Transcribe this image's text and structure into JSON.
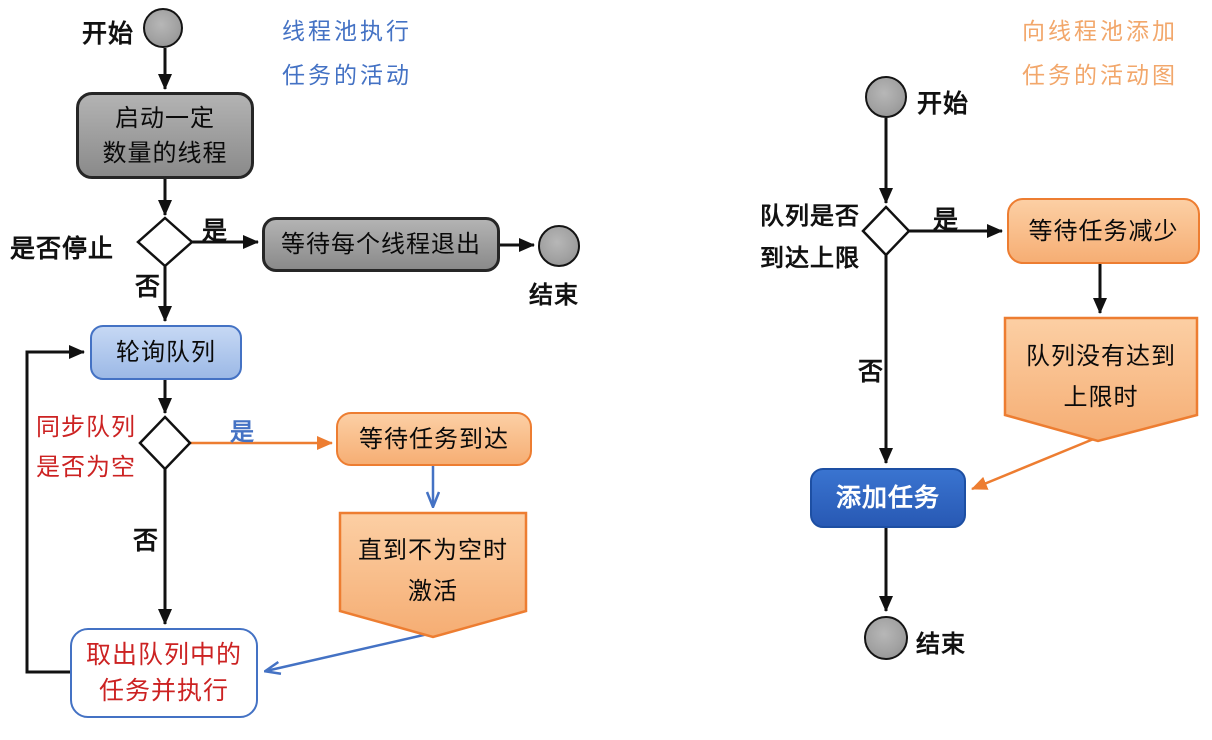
{
  "colors": {
    "accent_blue": "#4472C4",
    "accent_orange": "#ED7D31",
    "fill_light_blue": "#AEC8EE",
    "fill_dark_blue": "#2E68C5",
    "fill_orange": "#F8BD8C",
    "fill_gray": "#9E9E9E",
    "red_text": "#CC2222",
    "title_blue": "#4472C4",
    "title_orange": "#F2A76B"
  },
  "left_diagram": {
    "title": {
      "line1": "线程池执行",
      "line2": "任务的活动"
    },
    "start_label": "开始",
    "end_label": "结束",
    "nodes": {
      "start_threads": {
        "line1": "启动一定",
        "line2": "数量的线程"
      },
      "wait_exit": {
        "label": "等待每个线程退出"
      },
      "poll_queue": {
        "label": "轮询队列"
      },
      "wait_task": {
        "label": "等待任务到达"
      },
      "until_not_empty": {
        "line1": "直到不为空时",
        "line2": "激活"
      },
      "take_task": {
        "line1": "取出队列中的",
        "line2": "任务并执行"
      }
    },
    "decisions": {
      "stop": {
        "label": "是否停止",
        "yes": "是",
        "no": "否"
      },
      "queue_empty": {
        "label_line1": "同步队列",
        "label_line2": "是否为空",
        "yes": "是",
        "no": "否"
      }
    }
  },
  "right_diagram": {
    "title": {
      "line1": "向线程池添加",
      "line2": "任务的活动图"
    },
    "start_label": "开始",
    "end_label": "结束",
    "nodes": {
      "wait_decrease": {
        "label": "等待任务减少"
      },
      "not_reach_limit": {
        "line1": "队列没有达到",
        "line2": "上限时"
      },
      "add_task": {
        "label": "添加任务"
      }
    },
    "decisions": {
      "queue_limit": {
        "label_line1": "队列是否",
        "label_line2": "到达上限",
        "yes": "是",
        "no": "否"
      }
    }
  }
}
